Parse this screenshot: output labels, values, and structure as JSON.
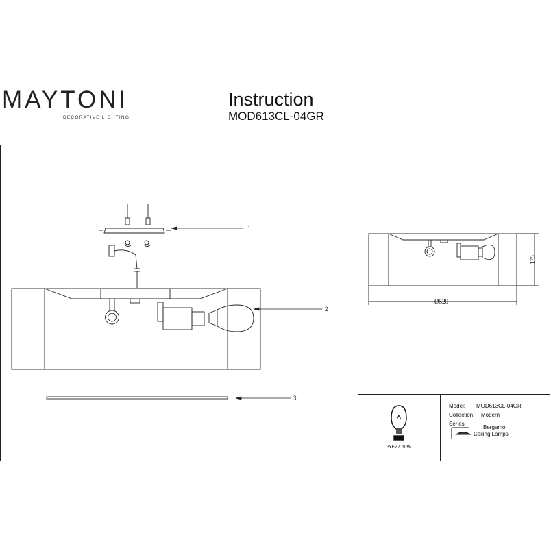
{
  "brand": {
    "name": "MAYTONI",
    "tagline": "DECORATIVE LIGHTING",
    "dot_color": "#7a1f5c"
  },
  "header": {
    "title": "Instruction",
    "model": "MOD613CL-04GR"
  },
  "callouts": [
    "1",
    "2",
    "3"
  ],
  "dimensions": {
    "height": "175",
    "diameter": "Ø520"
  },
  "bulb_spec": "3xE27 60W",
  "specs": {
    "model_label": "Model:",
    "model_value": "MOD613CL-04GR",
    "collection_label": "Collection:",
    "collection_value": "Modern",
    "series_label": "Series:",
    "series_value": "Bergamo",
    "type_value": "Ceiling Lamps"
  },
  "icons": [
    "bulb-icon",
    "ceiling-lamp-icon"
  ]
}
